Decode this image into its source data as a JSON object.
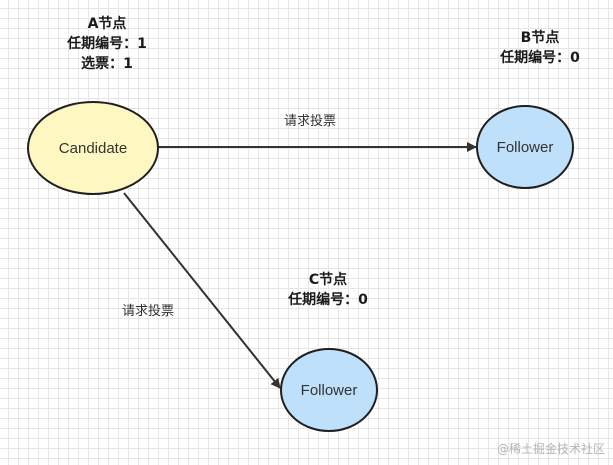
{
  "nodes": {
    "a": {
      "shape_text": "Candidate",
      "title": "A节点",
      "term": "任期编号：1",
      "votes": "选票：1",
      "fill": "#fff7c2"
    },
    "b": {
      "shape_text": "Follower",
      "title": "B节点",
      "term": "任期编号：0",
      "fill": "#bfe0fb"
    },
    "c": {
      "shape_text": "Follower",
      "title": "C节点",
      "term": "任期编号：0",
      "fill": "#bfe0fb"
    }
  },
  "edges": {
    "a_to_b": "请求投票",
    "a_to_c": "请求投票"
  },
  "watermark": "@稀土掘金技术社区",
  "colors": {
    "stroke": "#1f1f1f",
    "arrow": "#333333"
  }
}
